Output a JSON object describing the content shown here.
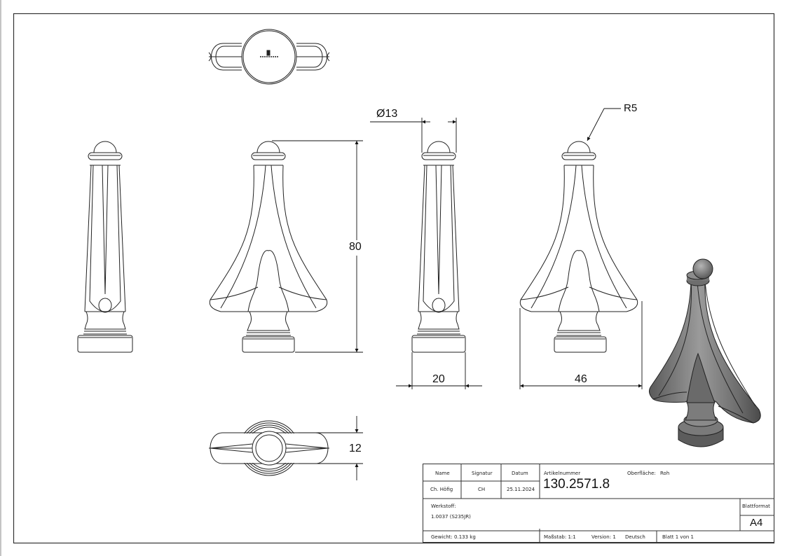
{
  "drawing": {
    "type": "technical-drawing",
    "part": "ornamental spear finial",
    "views": [
      "top view",
      "side view left",
      "front view",
      "side view right",
      "front view with radius",
      "bottom view",
      "isometric 3D view"
    ]
  },
  "dimensions": {
    "diameter": "Ø13",
    "height": "80",
    "radius": "R5",
    "base_width": "20",
    "total_width": "46",
    "thickness": "12"
  },
  "title_block": {
    "headers": {
      "name": "Name",
      "signature": "Signatur",
      "date": "Datum"
    },
    "values": {
      "name": "Ch. Höfig",
      "signature": "CH",
      "date": "25.11.2024"
    },
    "article_label": "Artikelnummer",
    "article_number": "130.2571.8",
    "surface_label": "Oberfläche:",
    "surface_value": "Roh",
    "material_label": "Werkstoff:",
    "material_value": "1.0037 (S235JR)",
    "sheet_format_label": "Blattformat",
    "sheet_format_value": "A4",
    "weight": "Gewicht: 0.133 kg",
    "scale": "Maßstab: 1:1",
    "version": "Version: 1",
    "language": "Deutsch",
    "sheet": "Blatt 1 von 1"
  }
}
